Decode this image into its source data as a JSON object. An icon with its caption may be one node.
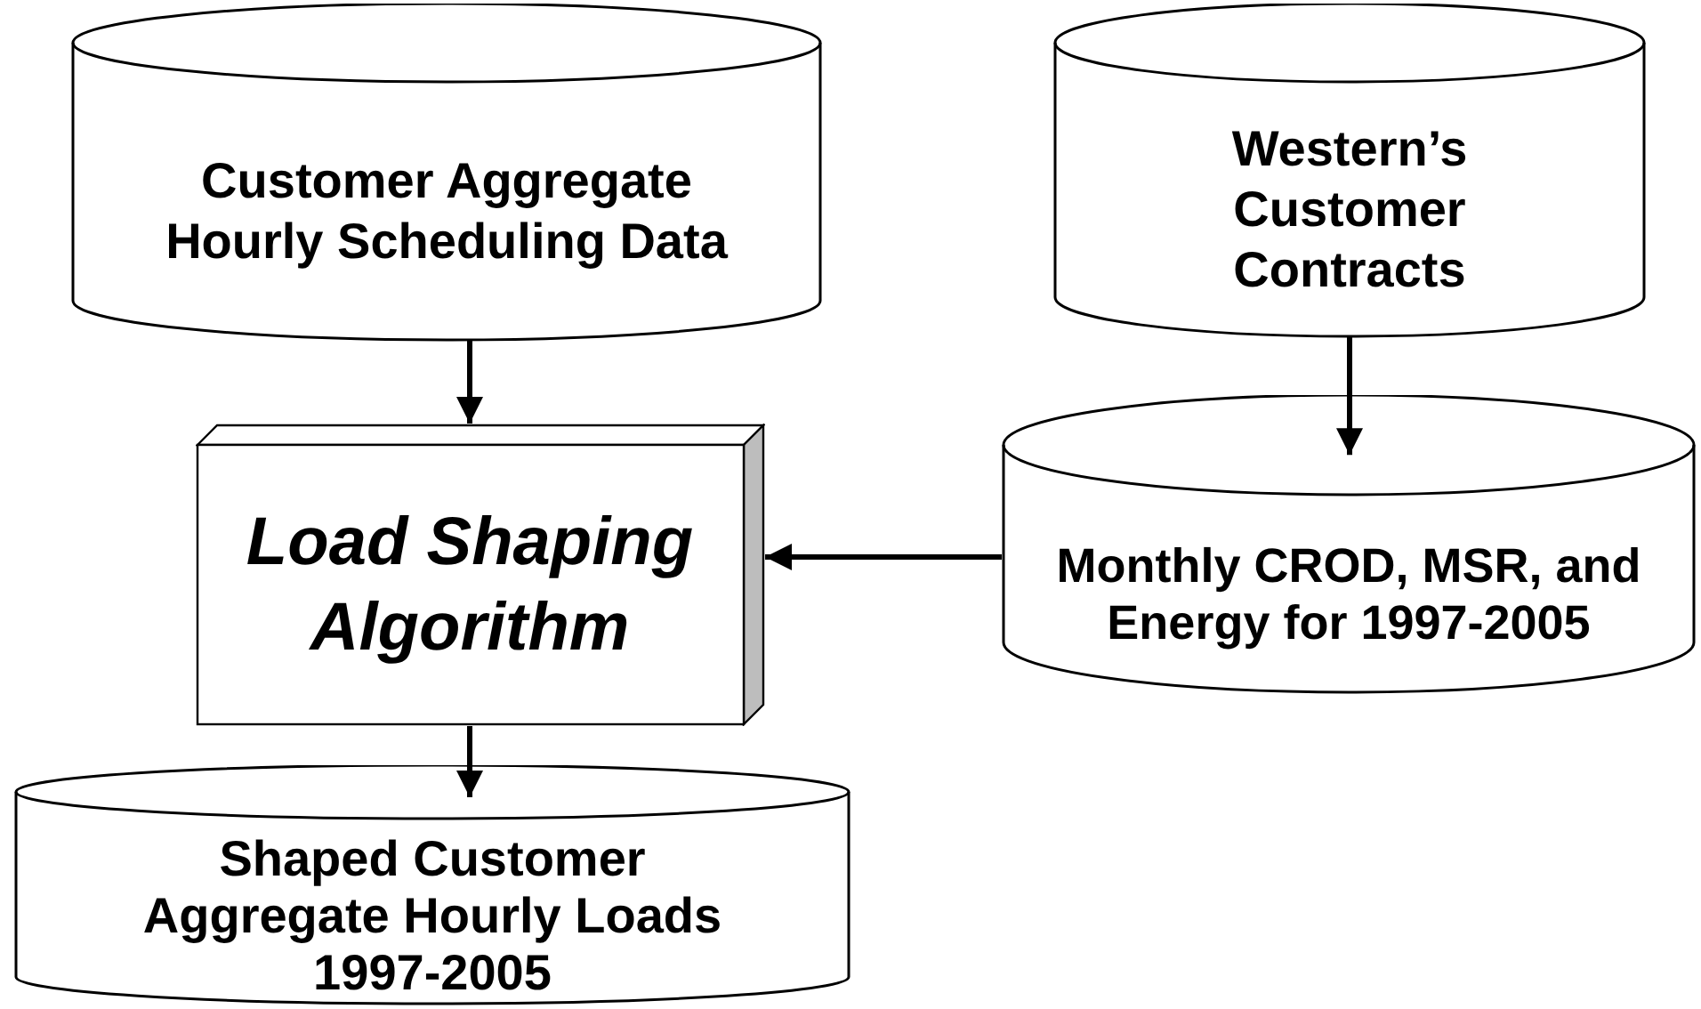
{
  "diagram": {
    "nodes": [
      {
        "text": [
          "Customer Aggregate Hourly Scheduling Data"
        ]
      },
      {
        "text": [
          "Western’s Customer Contracts"
        ]
      },
      {
        "text": [
          "Load Shaping Algorithm"
        ]
      },
      {
        "text": [
          "Monthly CROD, MSR, and Energy for 1997-2005"
        ]
      },
      {
        "text": [
          "Shaped Customer Aggregate Hourly Loads 1997-2005"
        ]
      }
    ],
    "edges": [
      {
        "from": 0,
        "to": 2,
        "arrow": "to"
      },
      {
        "from": 1,
        "to": 3,
        "arrow": "to"
      },
      {
        "from": 3,
        "to": 2,
        "arrow": "to"
      },
      {
        "from": 2,
        "to": 4,
        "arrow": "to"
      }
    ]
  }
}
